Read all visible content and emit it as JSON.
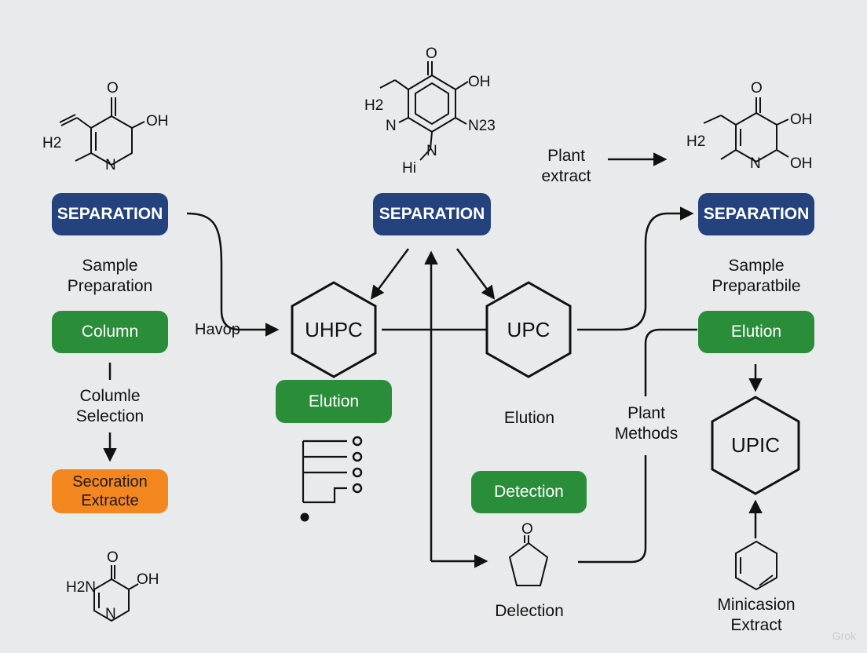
{
  "molecules": {
    "top_left": {
      "o": "O",
      "oh": "OH",
      "h2": "H2",
      "n": "N"
    },
    "top_center": {
      "o": "O",
      "oh": "OH",
      "h2": "H2",
      "n_left": "N",
      "n_right": "N23",
      "n_bottom": "N",
      "hi": "Hi"
    },
    "top_right": {
      "o": "O",
      "oh1": "OH",
      "oh2": "OH",
      "h2": "H2",
      "n": "N"
    },
    "bottom_left": {
      "o": "O",
      "oh": "OH",
      "h2n": "H2N",
      "n": "N"
    },
    "bottom_center": {
      "o": "O"
    }
  },
  "left_column": {
    "separation": "SEPARATION",
    "sample_prep": "Sample\nPreparation",
    "column": "Column",
    "column_selection": "Columle\nSelection",
    "extract": "Secoration\nExtracte"
  },
  "center_column": {
    "separation": "SEPARATION",
    "havop": "Havop",
    "uhpc": "UHPC",
    "upc": "UPC",
    "elution_pill": "Elution",
    "elution_text": "Elution",
    "detection_pill": "Detection",
    "delection": "Delection",
    "plant_extract": "Plant\nextract"
  },
  "right_column": {
    "separation": "SEPARATION",
    "sample_prep": "Sample\nPreparatbile",
    "elution": "Elution",
    "plant_methods": "Plant\nMethods",
    "upic": "UPIC",
    "minicasion": "Minicasion\nExtract"
  },
  "watermark": "Grok",
  "colors": {
    "blue": "#24427e",
    "green": "#2a8d3a",
    "orange": "#f3861f",
    "background": "#e9eaeb"
  }
}
